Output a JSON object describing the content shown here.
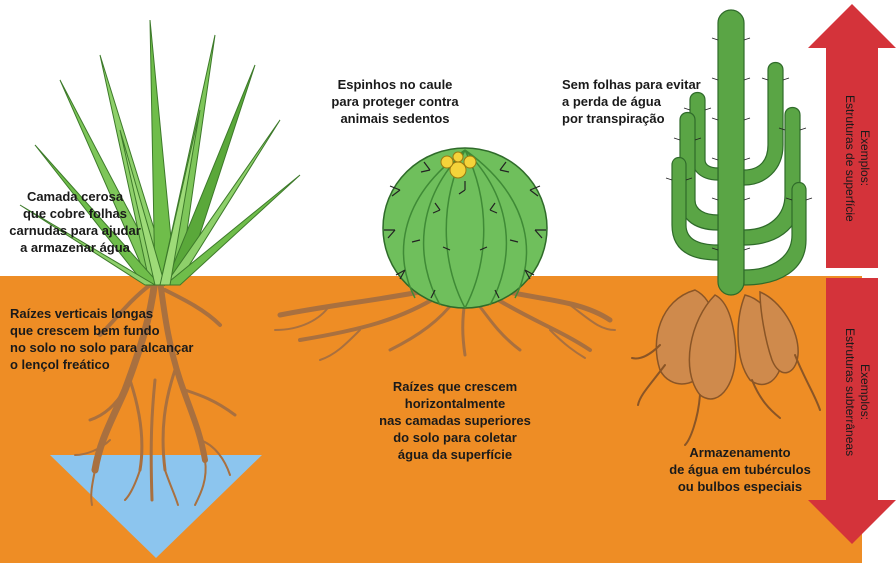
{
  "labels": {
    "aloe_surface": "Camada cerosa\nque cobre folhas\ncarnudas para ajudar\na armazenar água",
    "aloe_roots": "Raízes verticais longas\nque crescem bem fundo\nno solo no solo para alcançar\no lençol freático",
    "barrel_surface": "Espinhos no caule\npara proteger contra\nanimais sedentos",
    "barrel_roots": "Raízes que crescem\nhorizontalmente\nnas camadas superiores\ndo solo para coletar\nágua da superfície",
    "cactus_surface": "Sem folhas para evitar\na perda de água\npor transpiração",
    "cactus_roots": "Armazenamento\nde água em tubérculos\nou bulbos especiais"
  },
  "arrows": {
    "top": "Exemplos:\nEstruturas de superfície",
    "bottom": "Exemplos:\nEstruturas subterrâneas"
  },
  "colors": {
    "soil": "#ee8d25",
    "water_table": "#8cc5ee",
    "arrow": "#d4333a",
    "root": "#a9703f",
    "leaf": "#6fbd4a",
    "cactus": "#5aa545"
  }
}
